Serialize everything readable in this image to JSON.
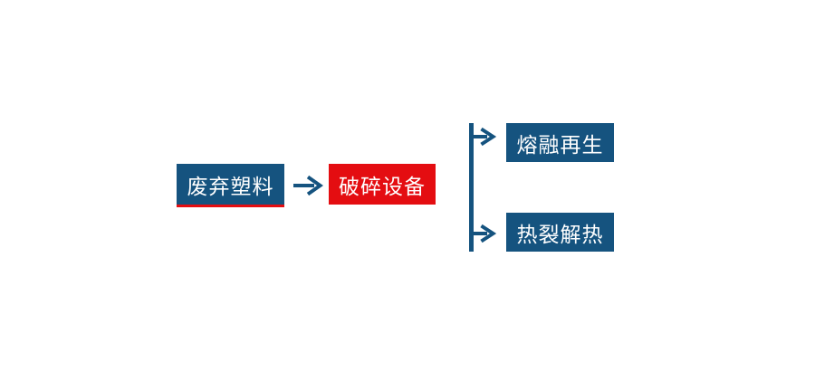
{
  "diagram_title": "",
  "colors": {
    "node_blue": "#15537f",
    "node_red": "#e40d11",
    "arrow_blue": "#15537f",
    "label_text": "#ffffff",
    "background": "#ffffff"
  },
  "nodes": [
    {
      "id": "waste-plastic",
      "label": "废弃塑料",
      "style": "blue-box-red-underline"
    },
    {
      "id": "crushing-equipment",
      "label": "破碎设备",
      "style": "red-box"
    },
    {
      "id": "melt-regeneration",
      "label": "熔融再生",
      "style": "blue-box"
    },
    {
      "id": "thermal-pyrolysis",
      "label": "热裂解热",
      "style": "blue-box"
    }
  ],
  "connections": [
    {
      "from": "waste-plastic",
      "to": "crushing-equipment",
      "type": "right-arrow"
    },
    {
      "from": "branch-line",
      "to": "melt-regeneration",
      "type": "right-arrow"
    },
    {
      "from": "branch-line",
      "to": "thermal-pyrolysis",
      "type": "right-arrow"
    }
  ]
}
